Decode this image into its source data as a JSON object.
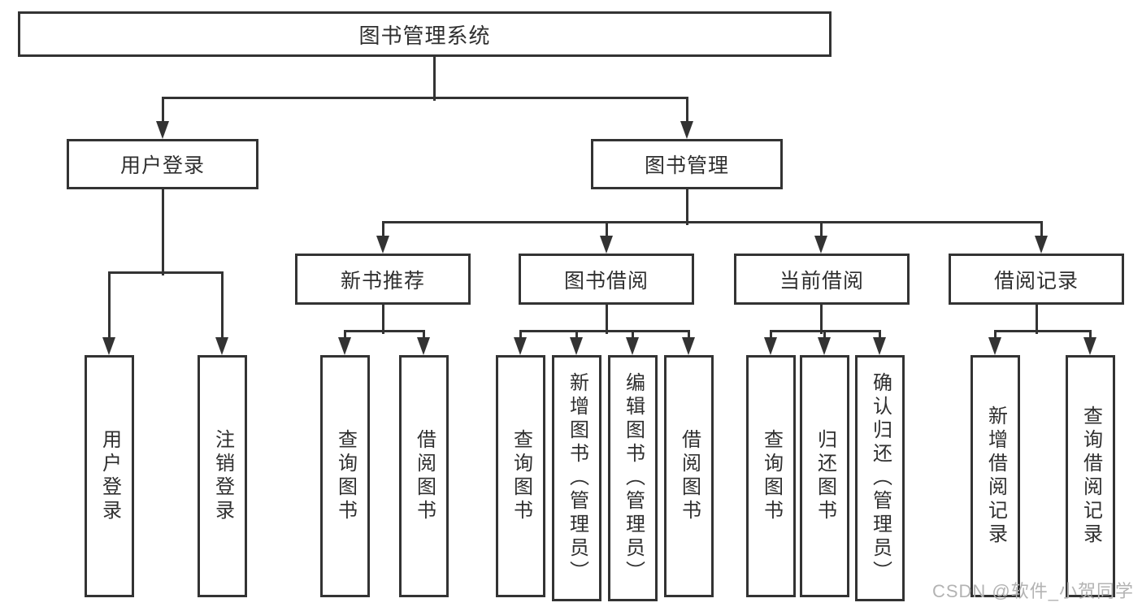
{
  "diagram_title": "图书管理系统",
  "colors": {
    "background": "#ffffff",
    "line": "#333333",
    "text": "#2f2f2f",
    "box_fill": "#ffffff",
    "watermark": "#b3b3b3"
  },
  "watermark": {
    "text": "CSDN @软件_小贺同学"
  },
  "nodes": [
    {
      "id": "root",
      "label": "图书管理系统",
      "level": 1
    },
    {
      "id": "user-login",
      "label": "用户登录",
      "level": 2
    },
    {
      "id": "book-management",
      "label": "图书管理",
      "level": 2
    },
    {
      "id": "new-book-recommend",
      "label": "新书推荐",
      "level": 3
    },
    {
      "id": "book-borrow",
      "label": "图书借阅",
      "level": 3
    },
    {
      "id": "current-borrow",
      "label": "当前借阅",
      "level": 3
    },
    {
      "id": "borrow-records",
      "label": "借阅记录",
      "level": 3
    },
    {
      "id": "leaf-user-login",
      "label": "用户登录",
      "level": 4
    },
    {
      "id": "leaf-logout",
      "label": "注销登录",
      "level": 4
    },
    {
      "id": "leaf-nb-query",
      "label": "查询图书",
      "level": 4
    },
    {
      "id": "leaf-nb-borrow",
      "label": "借阅图书",
      "level": 4
    },
    {
      "id": "leaf-bb-query",
      "label": "查询图书",
      "level": 4
    },
    {
      "id": "leaf-bb-add",
      "label": "新增图书（管理员）",
      "level": 4
    },
    {
      "id": "leaf-bb-edit",
      "label": "编辑图书（管理员）",
      "level": 4
    },
    {
      "id": "leaf-bb-borrow",
      "label": "借阅图书",
      "level": 4
    },
    {
      "id": "leaf-cb-query",
      "label": "查询图书",
      "level": 4
    },
    {
      "id": "leaf-cb-return",
      "label": "归还图书",
      "level": 4
    },
    {
      "id": "leaf-cb-confirm",
      "label": "确认归还（管理员）",
      "level": 4
    },
    {
      "id": "leaf-br-add",
      "label": "新增借阅记录",
      "level": 4
    },
    {
      "id": "leaf-br-query",
      "label": "查询借阅记录",
      "level": 4
    }
  ],
  "hierarchy": {
    "root": [
      "user-login",
      "book-management"
    ],
    "user-login": [
      "leaf-user-login",
      "leaf-logout"
    ],
    "book-management": [
      "new-book-recommend",
      "book-borrow",
      "current-borrow",
      "borrow-records"
    ],
    "new-book-recommend": [
      "leaf-nb-query",
      "leaf-nb-borrow"
    ],
    "book-borrow": [
      "leaf-bb-query",
      "leaf-bb-add",
      "leaf-bb-edit",
      "leaf-bb-borrow"
    ],
    "current-borrow": [
      "leaf-cb-query",
      "leaf-cb-return",
      "leaf-cb-confirm"
    ],
    "borrow-records": [
      "leaf-br-add",
      "leaf-br-query"
    ]
  }
}
